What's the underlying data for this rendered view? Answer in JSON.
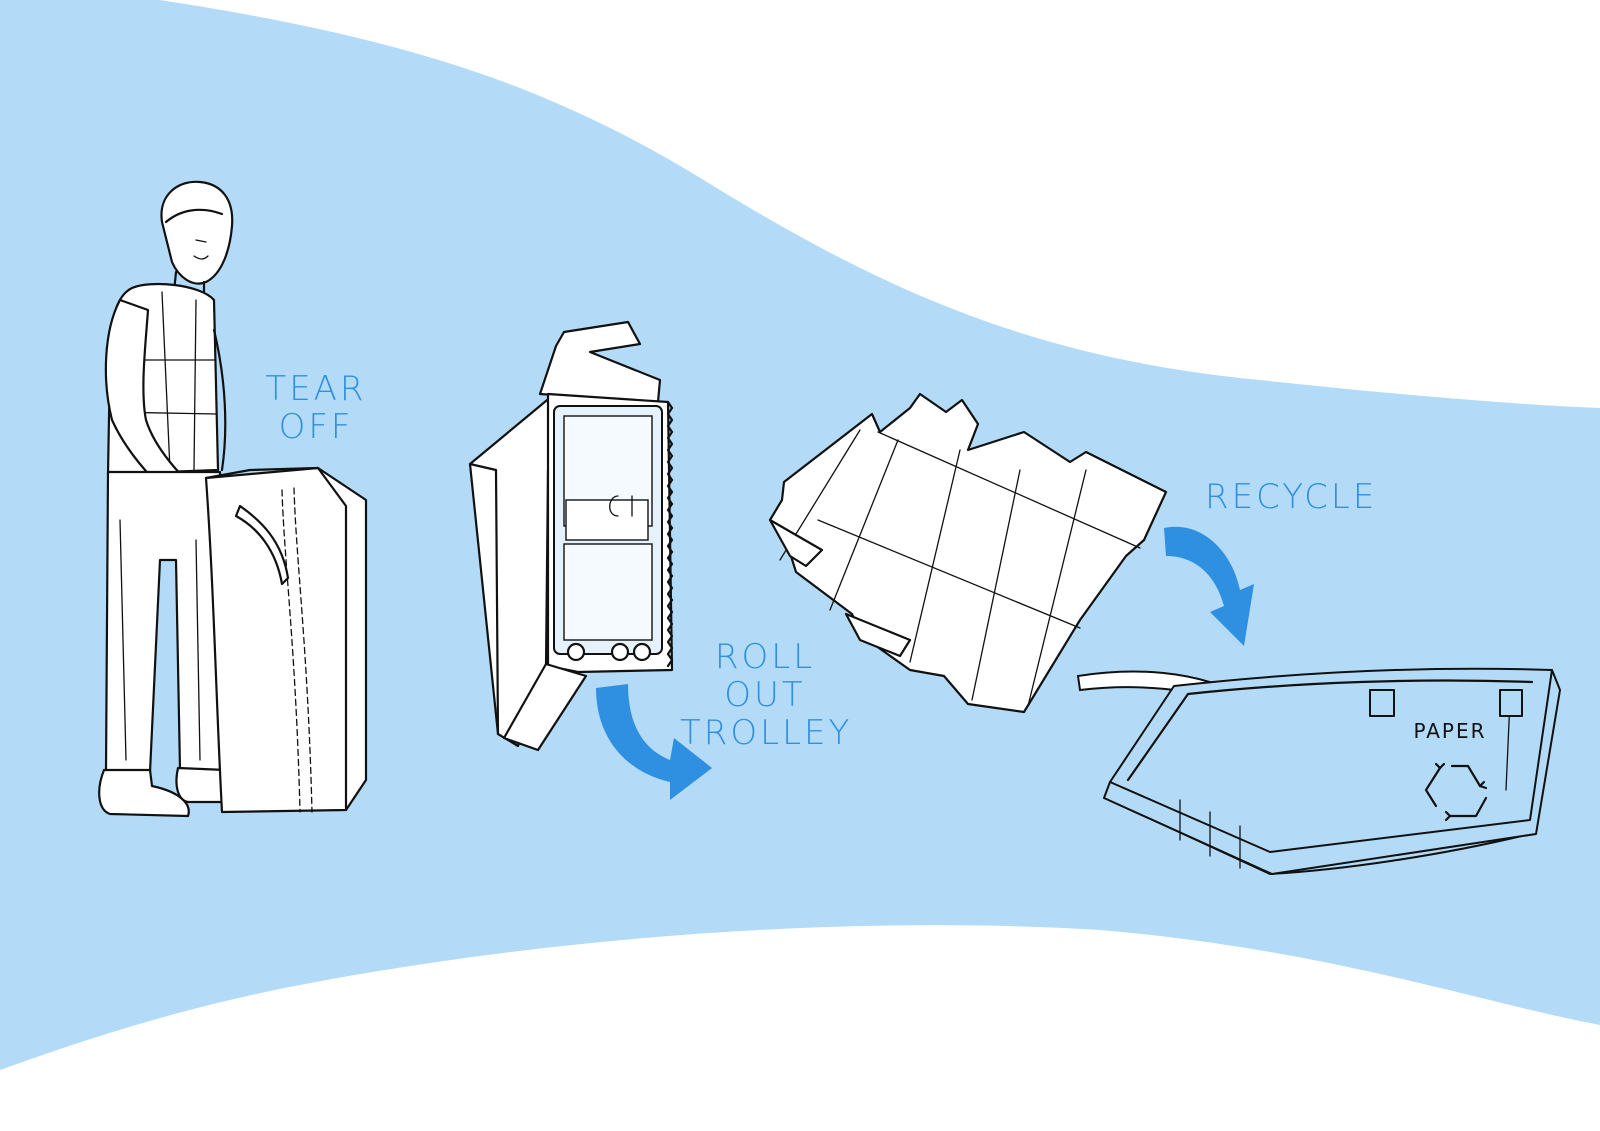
{
  "colors": {
    "band": "#b3dbf7",
    "accent": "#2f8fe0",
    "ink": "#111111",
    "paper": "#ffffff"
  },
  "steps": [
    {
      "id": "tear-off",
      "lines": [
        "TEAR",
        "OFF"
      ]
    },
    {
      "id": "roll-out",
      "lines": [
        "ROLL",
        "OUT",
        "TROLLEY"
      ]
    },
    {
      "id": "recycle",
      "lines": [
        "RECYCLE"
      ]
    }
  ],
  "bin": {
    "label": "PAPER",
    "icon": "recycle-icon"
  },
  "icons": [
    "down-right-arrow-icon",
    "curved-arrow-icon",
    "recycle-icon"
  ]
}
